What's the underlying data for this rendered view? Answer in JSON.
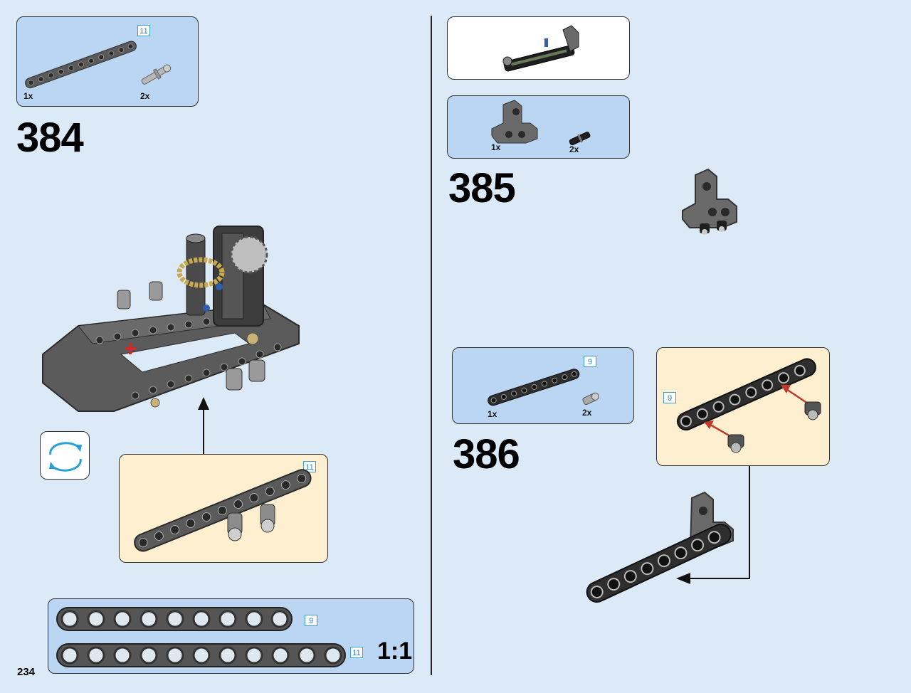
{
  "page_number": "234",
  "scale_label": "1:1",
  "steps": [
    {
      "number": "384",
      "parts": [
        {
          "qty": "1x",
          "length": "11"
        },
        {
          "qty": "2x"
        }
      ],
      "subassembly_length": "11"
    },
    {
      "number": "385",
      "parts": [
        {
          "qty": "1x"
        },
        {
          "qty": "2x"
        }
      ]
    },
    {
      "number": "386",
      "parts": [
        {
          "qty": "1x",
          "length": "9"
        },
        {
          "qty": "2x"
        }
      ],
      "subassembly_length": "9"
    }
  ],
  "ruler": [
    {
      "length": "9"
    },
    {
      "length": "11"
    }
  ],
  "icons": [
    "rotate-icon",
    "arrow-icon"
  ],
  "colors": {
    "background": "#dce9f7",
    "parts_panel": "#bad6f2",
    "subassembly_panel": "#fdefcf",
    "beam": "#5a5a5a",
    "arrow": "#c0392b"
  }
}
